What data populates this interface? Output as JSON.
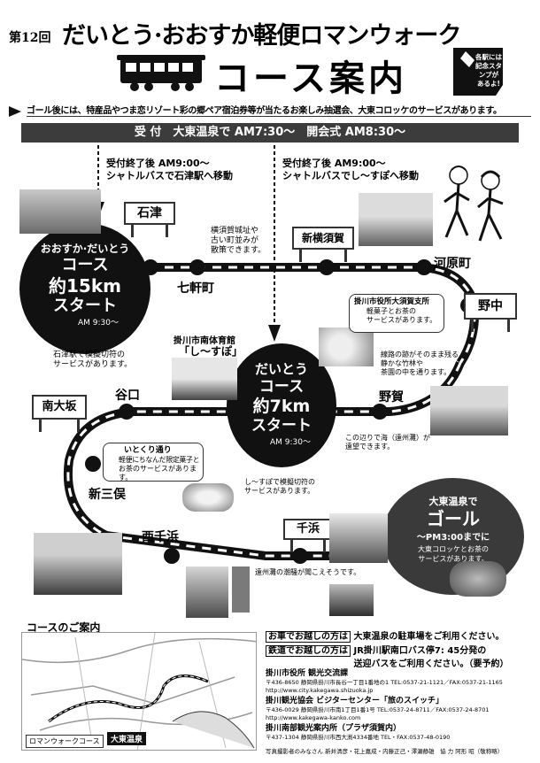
{
  "header": {
    "edition": "第12回",
    "title": "だいとう·おおすか軽便ロマンウォーク",
    "subtitle": "コース案内",
    "stamp_text": [
      "各駅には",
      "記念スタンプが",
      "あるよ!"
    ]
  },
  "notice": "ゴール後には、特産品やつま恋リゾート彩の郷ペア宿泊券等が当たるお楽しみ抽選会、大東コロッケのサービスがあります。",
  "reception_bar": "受 付　大東温泉で AM7:30～　開会式 AM8:30～",
  "shuttle_left": [
    "受付終了後 AM9:00～",
    "シャトルバスで石津駅へ移動"
  ],
  "shuttle_right": [
    "受付終了後 AM9:00～",
    "シャトルバスでし～すぽへ移動"
  ],
  "stations": {
    "ishizu": "石津",
    "shinyokosuka": "新横須賀",
    "kawaramachi": "河原町",
    "nonaka": "野中",
    "nanaikencho": "七軒町",
    "nandaisaka": "南大坂",
    "yaguchi": "谷口",
    "noga": "野賀",
    "shinmitsumata": "新三俣",
    "nishisenbama": "西千浜",
    "senbama": "千浜"
  },
  "start_15km": {
    "course": "おおすか·だいとう",
    "label": "コース",
    "distance": "約15km",
    "start": "スタート",
    "time": "AM 9:30～"
  },
  "start_7km": {
    "course": "だいとう",
    "label": "コース",
    "distance": "約7km",
    "start": "スタート",
    "time": "AM 9:30～"
  },
  "goal": {
    "place": "大東温泉で",
    "title": "ゴール",
    "time": "～PM3:00までに",
    "note": [
      "大東コロッケとお茶の",
      "サービスがあります。"
    ]
  },
  "notes": {
    "yokosuka": [
      "横須賀城址や",
      "古い町並みが",
      "散策できます。"
    ],
    "ishizu": [
      "石津駅で模擬切符の",
      "サービスがあります。"
    ],
    "shisupo_label": "掛川市南体育館",
    "shisupo_name": "「し～すぽ」",
    "shisupo_note": [
      "し～すぽで模擬切符の",
      "サービスがあります。"
    ],
    "osuka_branch_title": "掛川市役所大須賀支所",
    "osuka_branch_note": [
      "軽菓子とお茶の",
      "サービスがあります。"
    ],
    "railway_trace": [
      "線路の跡がそのまま残る",
      "静かな竹林や",
      "茶園の中を通ります。"
    ],
    "enshu_sea": [
      "この辺りで海（遠州灘）が",
      "遠望できます。"
    ],
    "itokuri_title": "いとくり通り",
    "itokuri_note": [
      "軽便にちなんだ限定菓子と",
      "お茶のサービスがあります。"
    ],
    "dunes": "遠州灘の潮騒が聞こえそうです。"
  },
  "map": {
    "title": "コースのご案内",
    "legend_course": "ロマンウォークコース",
    "goal_label": "大東温泉"
  },
  "access": {
    "car_label": "お車でお越しの方は",
    "car_text": "大東温泉の駐車場をご利用ください。",
    "train_label": "鉄道でお越しの方は",
    "train_text": [
      "JR掛川駅南口バス停7: 45分発の",
      "送迎バスをご利用ください。（要予約）"
    ]
  },
  "contacts": [
    {
      "name": "掛川市役所 観光交流課",
      "address": "〒436-8650 静岡県掛川市長谷一丁目1番地の1 TEL:0537-21-1121／FAX:0537-21-1165",
      "url": "http://www.city.kakegawa.shizuoka.jp"
    },
    {
      "name": "掛川観光協会 ビジターセンター「旅のスイッチ」",
      "address": "〒436-0029 静岡県掛川市南1丁目1番1号 TEL:0537-24-8711／FAX:0537-24-8701",
      "url": "http://www.kakegawa-kanko.com"
    },
    {
      "name": "掛川南部観光案内所（プラザ須賀内）",
      "address": "〒437-1304 静岡県掛川市西大渕4334番地 TEL・FAX:0537-48-0190",
      "url": ""
    }
  ],
  "credits": "写真撮影者のみなさん 新井清彦・花上嘉成・内藤正己・澤瀬静雄　協 力 阿形 昭（敬称略）"
}
